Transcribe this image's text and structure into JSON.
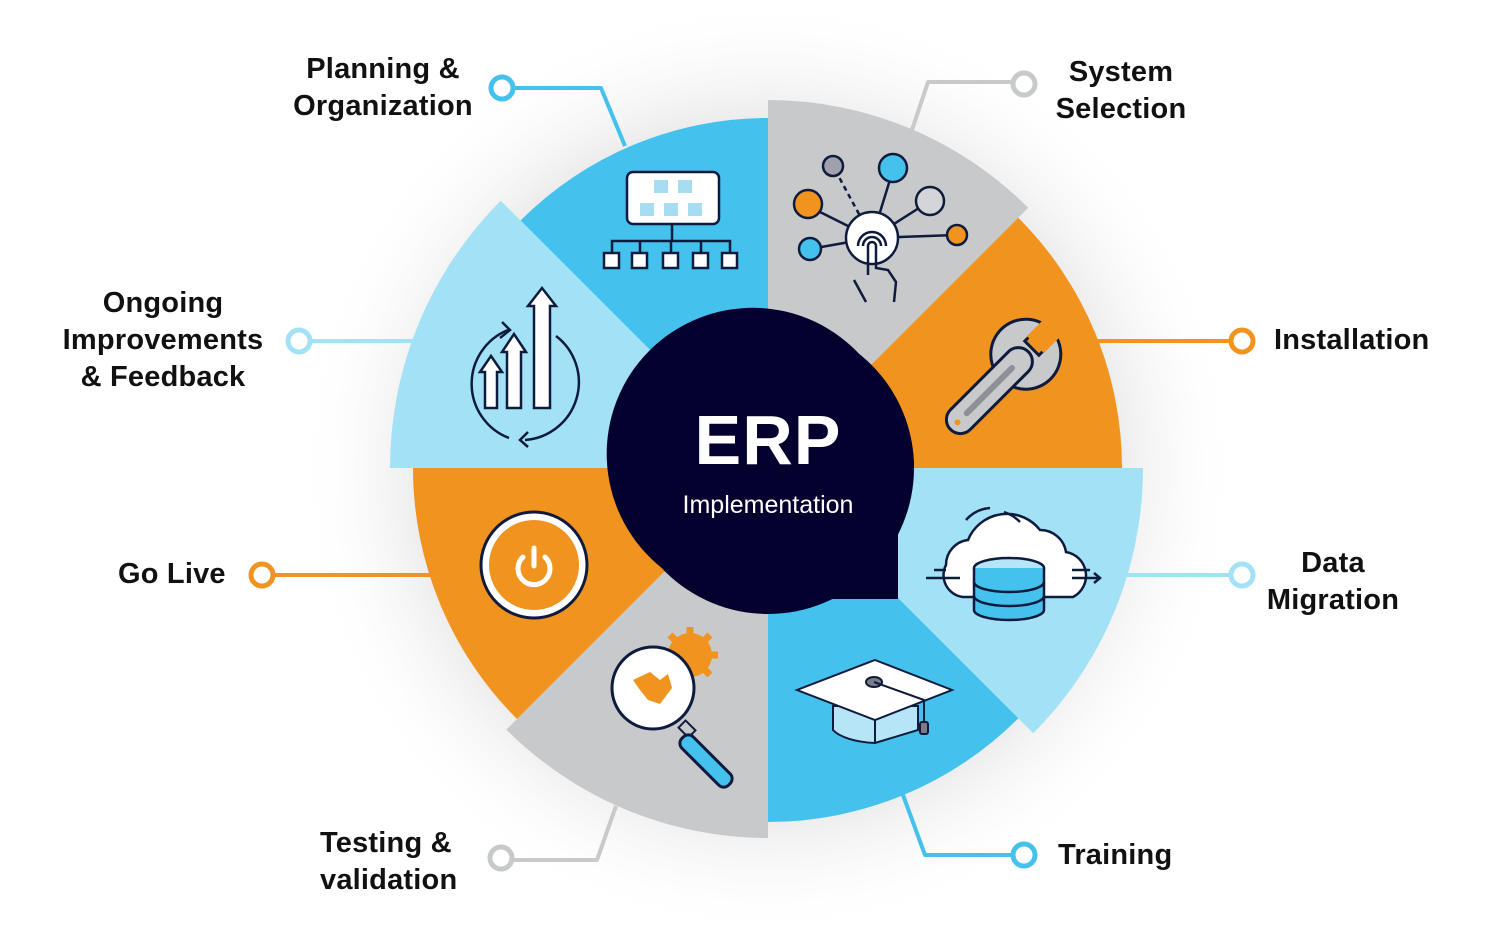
{
  "center": {
    "title": "ERP",
    "subtitle": "Implementation",
    "color": "#04012f"
  },
  "colors": {
    "blue": "#45c1ee",
    "light_blue": "#a3e2f6",
    "gray": "#c8c9cb",
    "orange": "#f0931f",
    "navy": "#04012f",
    "connector_gray": "#c8c9cb"
  },
  "phases": [
    {
      "id": "planning",
      "lines": [
        "Planning &",
        "Organization"
      ],
      "icon": "org-chart-icon",
      "color": "#45c1ee"
    },
    {
      "id": "system-selection",
      "lines": [
        "System",
        "Selection"
      ],
      "icon": "touch-network-icon",
      "color": "#c8c9cb"
    },
    {
      "id": "installation",
      "lines": [
        "Installation"
      ],
      "icon": "wrench-icon",
      "color": "#f0931f"
    },
    {
      "id": "data-migration",
      "lines": [
        "Data",
        "Migration"
      ],
      "icon": "cloud-database-icon",
      "color": "#a3e2f6"
    },
    {
      "id": "training",
      "lines": [
        "Training"
      ],
      "icon": "graduation-cap-icon",
      "color": "#45c1ee"
    },
    {
      "id": "testing",
      "lines": [
        "Testing &",
        "validation"
      ],
      "icon": "magnifier-gear-icon",
      "color": "#c8c9cb"
    },
    {
      "id": "go-live",
      "lines": [
        "Go Live"
      ],
      "icon": "power-button-icon",
      "color": "#f0931f"
    },
    {
      "id": "ongoing",
      "lines": [
        "Ongoing",
        "Improvements",
        "& Feedback"
      ],
      "icon": "growth-cycle-icon",
      "color": "#a3e2f6"
    }
  ]
}
